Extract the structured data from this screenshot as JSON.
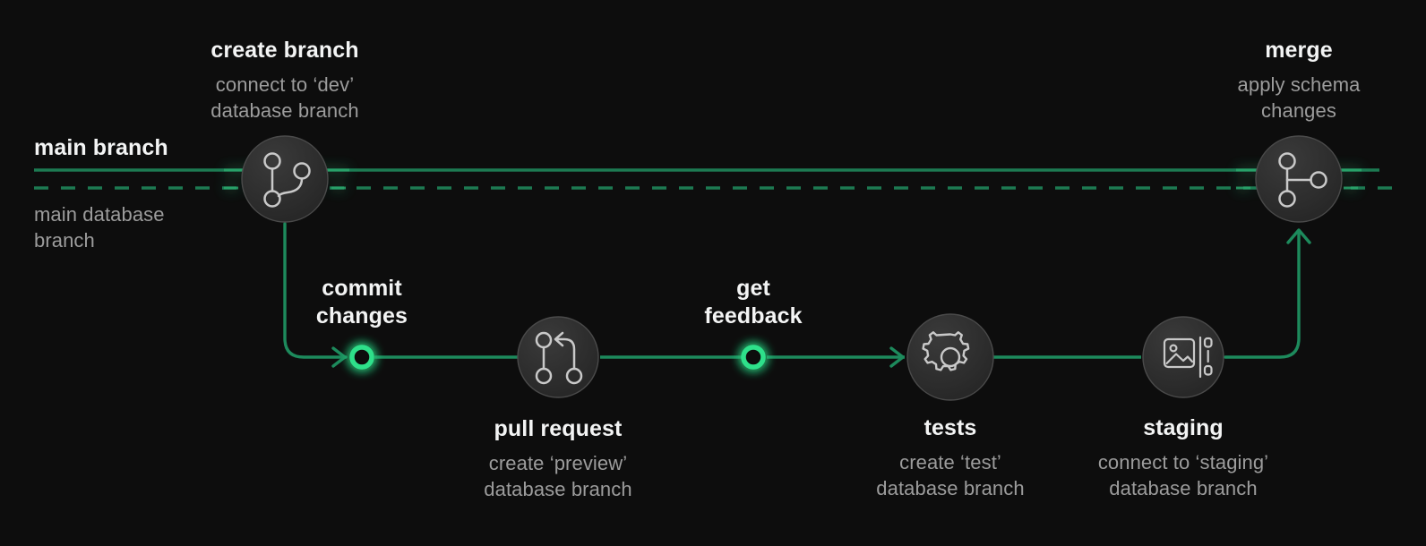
{
  "theme": {
    "background": "#0d0d0d",
    "green": "#18outline",
    "line_green": "#1d7a52",
    "glow_green": "#2fe08a",
    "node_fill": "#2b2b2b",
    "node_stroke": "#444444",
    "icon_stroke": "#c9c9c9",
    "title_color": "#f3f4f4",
    "sub_color": "#9c9c9c"
  },
  "diagram": {
    "type": "flow",
    "main_branch": {
      "label": "main branch",
      "sub_label_line1": "main database",
      "sub_label_line2": "branch",
      "solid_line_label": "main branch",
      "dashed_line_label": "main database branch"
    },
    "nodes": [
      {
        "id": "create-branch",
        "title": "create branch",
        "sub_line1": "connect to ‘dev’",
        "sub_line2": "database branch",
        "icon": "git-branch-icon",
        "shape": "circle",
        "label_position": "above"
      },
      {
        "id": "commit-changes",
        "title_line1": "commit",
        "title_line2": "changes",
        "icon": "green-ring-icon",
        "shape": "ring",
        "label_position": "above"
      },
      {
        "id": "pull-request",
        "title": "pull request",
        "sub_line1": "create ‘preview’",
        "sub_line2": "database branch",
        "icon": "git-pull-request-icon",
        "shape": "circle",
        "label_position": "below"
      },
      {
        "id": "get-feedback",
        "title_line1": "get",
        "title_line2": "feedback",
        "icon": "green-ring-icon",
        "shape": "ring",
        "label_position": "above"
      },
      {
        "id": "tests",
        "title": "tests",
        "sub_line1": "create ‘test’",
        "sub_line2": "database branch",
        "icon": "gear-icon",
        "shape": "circle",
        "label_position": "below"
      },
      {
        "id": "staging",
        "title": "staging",
        "sub_line1": "connect to ‘staging’",
        "sub_line2": "database branch",
        "icon": "image-data-icon",
        "shape": "circle",
        "label_position": "below"
      },
      {
        "id": "merge",
        "title": "merge",
        "sub_line1": "apply schema",
        "sub_line2": "changes",
        "icon": "git-merge-icon",
        "shape": "circle",
        "label_position": "above"
      }
    ]
  }
}
